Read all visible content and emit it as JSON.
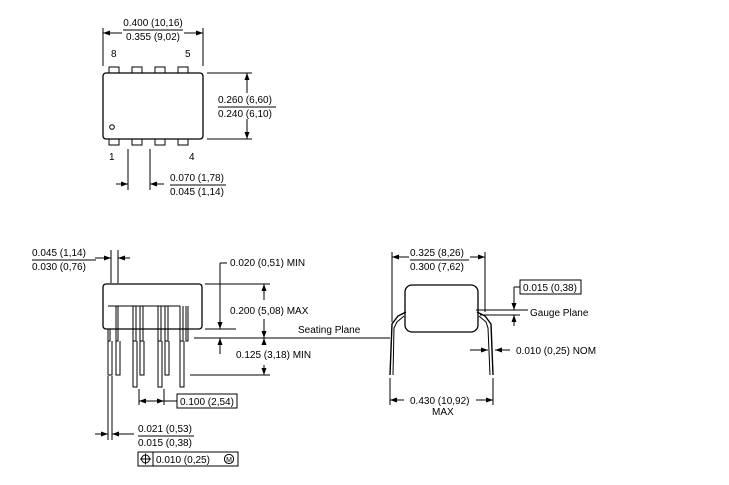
{
  "top_view": {
    "width_max": "0.400 (10,16)",
    "width_min": "0.355 (9,02)",
    "height_max": "0.260 (6,60)",
    "height_min": "0.240 (6,10)",
    "pitch_max": "0.070 (1,78)",
    "pitch_min": "0.045 (1,14)",
    "pin_8": "8",
    "pin_5": "5",
    "pin_1": "1",
    "pin_4": "4"
  },
  "side_view": {
    "lead_width_max": "0.045 (1,14)",
    "lead_width_min": "0.030 (0,76)",
    "standoff": "0.020 (0,51) MIN",
    "body_height": "0.200 (5,08) MAX",
    "seating_plane": "Seating Plane",
    "lead_length": "0.125 (3,18) MIN",
    "pitch": "0.100 (2,54)",
    "lead_dia_max": "0.021 (0,53)",
    "lead_dia_min": "0.015 (0,38)",
    "tolerance": "0.010 (0,25)",
    "tolerance_modifier": "M"
  },
  "end_view": {
    "width_max": "0.325 (8,26)",
    "width_min": "0.300 (7,62)",
    "gauge_dim": "0.015 (0,38)",
    "gauge_plane": "Gauge Plane",
    "lead_thickness": "0.010 (0,25) NOM",
    "span": "0.430 (10,92)",
    "span_max": "MAX"
  }
}
